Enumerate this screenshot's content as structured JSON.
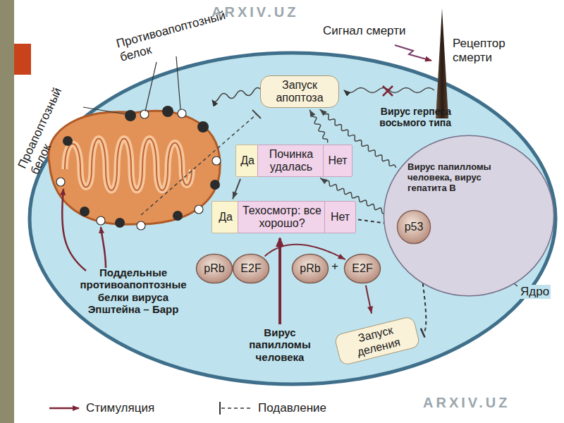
{
  "diagram": {
    "nodes": [
      {
        "text": [
          "Запуск апоптоза"
        ]
      },
      {
        "text": [
          "Да"
        ]
      },
      {
        "text": [
          "Починка удалась"
        ]
      },
      {
        "text": [
          "Нет"
        ]
      },
      {
        "text": [
          "Да"
        ]
      },
      {
        "text": [
          "Техосмотр: все хорошо?"
        ]
      },
      {
        "text": [
          "Нет"
        ]
      },
      {
        "text": [
          "pRb"
        ]
      },
      {
        "text": [
          "E2F"
        ]
      },
      {
        "text": [
          "pRb"
        ]
      },
      {
        "text": [
          "E2F"
        ]
      },
      {
        "text": [
          "Запуск деления"
        ]
      },
      {
        "text": [
          "Вирус папилломы человека, вирус гепатита В"
        ]
      },
      {
        "text": [
          "p53"
        ],
        "in": 12
      }
    ],
    "edges": [
      {
        "from": 3,
        "to": 0,
        "arrow": "to"
      },
      {
        "from": 1,
        "to": 4,
        "arrow": "to"
      },
      {
        "from": 6,
        "to": 13,
        "arrow": "to"
      },
      {
        "from": 13,
        "to": 2,
        "arrow": "to"
      },
      {
        "from": 12,
        "to": 0,
        "arrow": "to"
      },
      {
        "from": 8,
        "to": 10,
        "arrow": "to"
      },
      {
        "from": 10,
        "to": 11,
        "arrow": "to"
      },
      {
        "from": 13,
        "to": 11,
        "arrow": "none"
      }
    ],
    "labels": [
      "Противоапоптозный белок",
      "Проапоптозный белок",
      "Сигнал смерти",
      "Рецептор смерти",
      "Вирус герпеса восьмого типа",
      "Ядро",
      "Поддельные противоапоптозные белки вируса Эпштейна – Барр",
      "Вирус папилломы человека",
      "+",
      "ARXIV.UZ",
      "ARXIV.UZ"
    ],
    "legend": [
      {
        "text": "Стимуляция"
      },
      {
        "text": "Подавление"
      }
    ]
  }
}
